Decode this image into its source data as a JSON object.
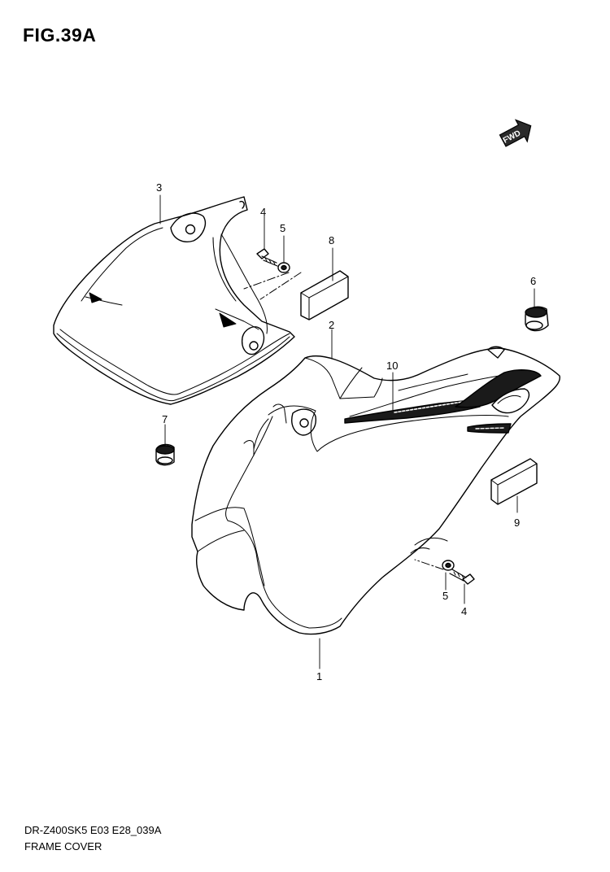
{
  "header": {
    "figure": "FIG.39A"
  },
  "fwd_indicator": {
    "label": "FWD",
    "icon": "fwd-arrow-icon"
  },
  "callouts": [
    {
      "id": "c3",
      "label": "3"
    },
    {
      "id": "c4a",
      "label": "4"
    },
    {
      "id": "c5a",
      "label": "5"
    },
    {
      "id": "c8",
      "label": "8"
    },
    {
      "id": "c6",
      "label": "6"
    },
    {
      "id": "c2",
      "label": "2"
    },
    {
      "id": "c10",
      "label": "10"
    },
    {
      "id": "c7",
      "label": "7"
    },
    {
      "id": "c9",
      "label": "9"
    },
    {
      "id": "c5b",
      "label": "5"
    },
    {
      "id": "c4b",
      "label": "4"
    },
    {
      "id": "c1",
      "label": "1"
    }
  ],
  "footer": {
    "model_code": "DR-Z400SK5 E03 E28_039A",
    "caption": "FRAME COVER"
  }
}
